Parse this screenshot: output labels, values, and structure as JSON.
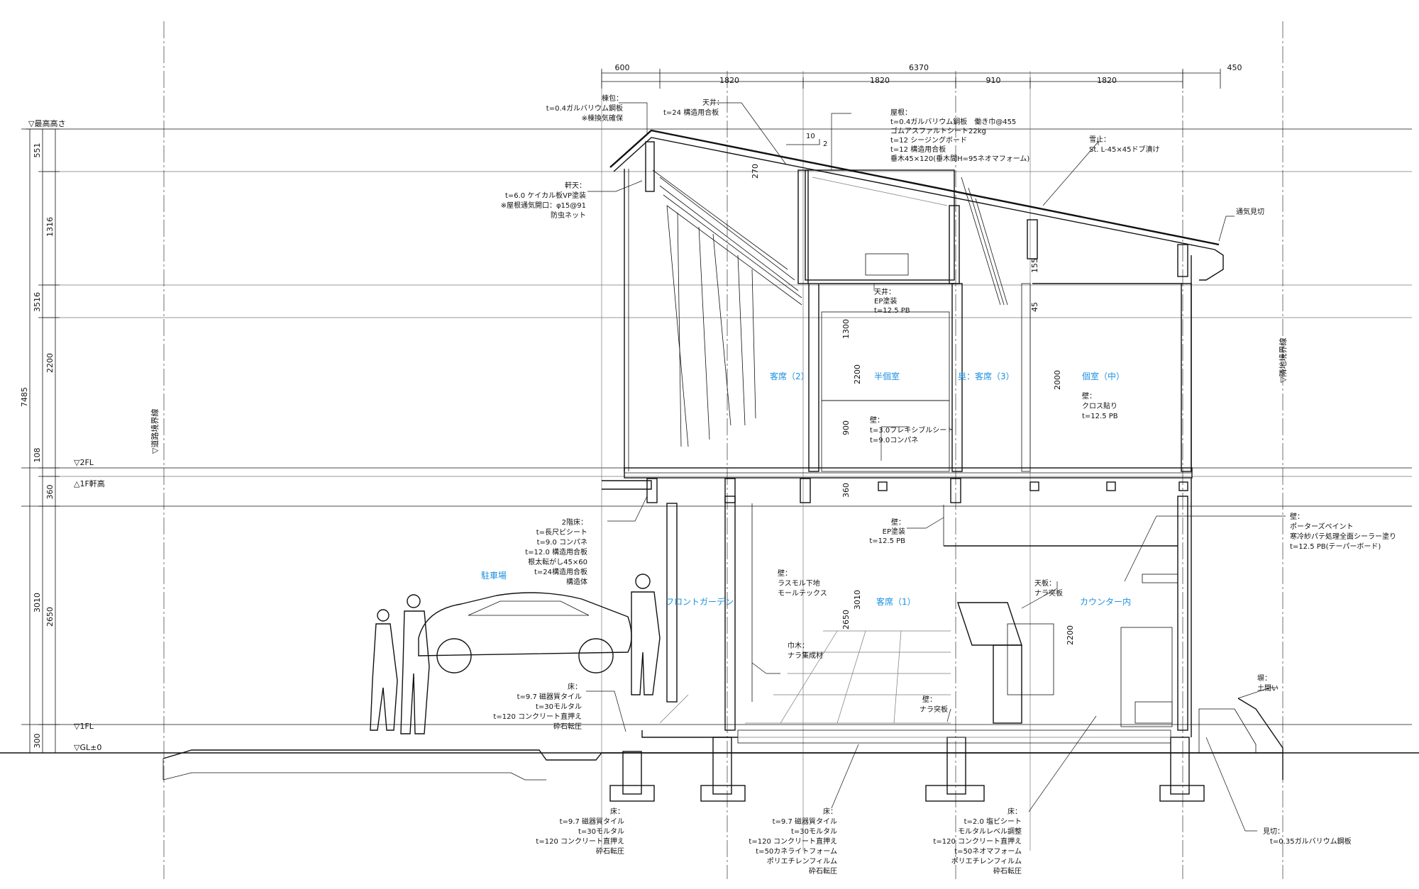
{
  "top_dims": {
    "row1": [
      "600",
      "6370",
      "450"
    ],
    "row2": [
      "1820",
      "1820",
      "910",
      "1820"
    ]
  },
  "left_dims": {
    "total": "7485",
    "col1": [
      "551",
      "1316",
      "3516",
      "2200",
      "108",
      "360",
      "2650",
      "3010",
      "300"
    ]
  },
  "levels": {
    "max_height": "▽最高高さ",
    "fl2": "▽2FL",
    "eave1": "△1F軒高",
    "fl1": "▽1FL",
    "gl": "▽GL±0"
  },
  "boundary": {
    "road": "▽道路境界線",
    "neighbor": "▽隣地境界線"
  },
  "rooms": {
    "seat2": "客席（2）",
    "semi_private": "半個室",
    "back_seat3": "奥：客席（3）",
    "private_mid": "個室（中）",
    "parking": "駐車場",
    "front_garden": "フロントガーデン",
    "seat1": "客席（1）",
    "counter": "カウンター内"
  },
  "inner_dims": {
    "d270": "270",
    "d155": "155",
    "d45": "45",
    "d1300": "1300",
    "d2200a": "2200",
    "d900": "900",
    "d2000": "2000",
    "d360": "360",
    "d3010": "3010",
    "d2650": "2650",
    "d2200b": "2200",
    "slope10": "10",
    "slope2": "2"
  },
  "notes": {
    "ridge": [
      "棟包：",
      "t=0.4ガルバリウム鋼板",
      "※棟換気確保"
    ],
    "ceiling_top": [
      "天井：",
      "t=24 構造用合板"
    ],
    "roof": [
      "屋根：",
      "t=0.4ガルバリウム鋼板　働き巾@455",
      "ゴムアスファルトシート22kg",
      "t=12 シージングボード",
      "t=12 構造用合板",
      "垂木45×120(垂木間H=95ネオマフォーム)"
    ],
    "snow": [
      "雪止：",
      "St. L-45×45ドブ漬け"
    ],
    "soffit": [
      "軒天：",
      "t=6.0 ケイカル板VP塗装",
      "※屋根通気開口：φ15@91",
      "防虫ネット"
    ],
    "vent": [
      "通気見切"
    ],
    "ceiling_ep": [
      "天井：",
      "EP塗装",
      "t=12.5 PB"
    ],
    "wall_flex": [
      "壁：",
      "t=3.0フレキシブルシート",
      "t=9.0コンパネ"
    ],
    "wall_cloth": [
      "壁：",
      "クロス貼り",
      "t=12.5 PB"
    ],
    "floor2": [
      "2階床：",
      "t=長尺ビシート",
      "t=9.0 コンパネ",
      "t=12.0 構造用合板",
      "根太転がし45×60",
      "t=24構造用合板",
      "構造体"
    ],
    "wall_ep": [
      "壁：",
      "EP塗装",
      "t=12.5 PB"
    ],
    "wall_porters": [
      "壁：",
      "ポーターズペイント",
      "寒冷紗パテ処理全面シーラー塗り",
      "t=12.5 PB(テーパーボード)"
    ],
    "wall_mortar": [
      "壁：",
      "ラスモル下地",
      "モールテックス"
    ],
    "baseboard": [
      "巾木：",
      "ナラ集成材"
    ],
    "counter_top": [
      "天板：",
      "ナラ突板"
    ],
    "wall_nara": [
      "壁：",
      "ナラ突板"
    ],
    "fence": [
      "塀：",
      "土間い"
    ],
    "floor_outside": [
      "床：",
      "t=9.7 磁器質タイル",
      "t=30モルタル",
      "t=120 コンクリート直押え",
      "砕石転圧"
    ],
    "floor_a": [
      "床：",
      "t=9.7 磁器質タイル",
      "t=30モルタル",
      "t=120 コンクリート直押え",
      "砕石転圧"
    ],
    "floor_b": [
      "床：",
      "t=9.7 磁器質タイル",
      "t=30モルタル",
      "t=120 コンクリート直押え",
      "t=50カネライトフォーム",
      "ポリエチレンフィルム",
      "砕石転圧"
    ],
    "floor_c": [
      "床：",
      "t=2.0 塩ビシート",
      "モルタルレベル調整",
      "t=120 コンクリート直押え",
      "t=50ネオマフォーム",
      "ポリエチレンフィルム",
      "砕石転圧"
    ],
    "flashing": [
      "見切：",
      "t=0.35ガルバリウム鋼板"
    ]
  }
}
